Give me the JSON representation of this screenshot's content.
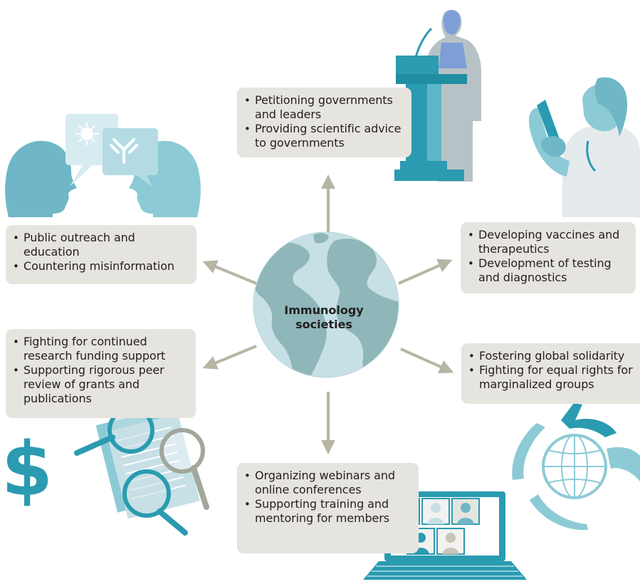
{
  "center": {
    "line1": "Immunology",
    "line2": "societies"
  },
  "boxes": {
    "government": [
      "Petitioning governments and leaders",
      "Providing scientific advice to governments"
    ],
    "outreach": [
      "Public outreach and education",
      "Countering misinformation"
    ],
    "vaccines": [
      "Developing vaccines and therapeutics",
      "Development of testing and diagnostics"
    ],
    "funding": [
      "Fighting for continued research funding support",
      "Supporting rigorous peer review of grants and publications"
    ],
    "solidarity": [
      "Fostering global solidarity",
      "Fighting for equal rights for marginalized groups"
    ],
    "webinars": [
      "Organizing webinars and online conferences",
      "Supporting training and mentoring for members"
    ]
  },
  "colors": {
    "teal_dark": "#2a9bb0",
    "teal_light": "#8ccad6",
    "globe_ocean": "#c7e0e6",
    "globe_land": "#8fb6b9",
    "box_bg": "#e6e4df",
    "arrow": "#b7b5a4"
  },
  "icons": [
    "speech-heads-icon",
    "podium-speaker-icon",
    "scientist-icon",
    "dollar-icon",
    "magnifier-documents-icon",
    "hands-globe-icon",
    "laptop-video-call-icon"
  ]
}
